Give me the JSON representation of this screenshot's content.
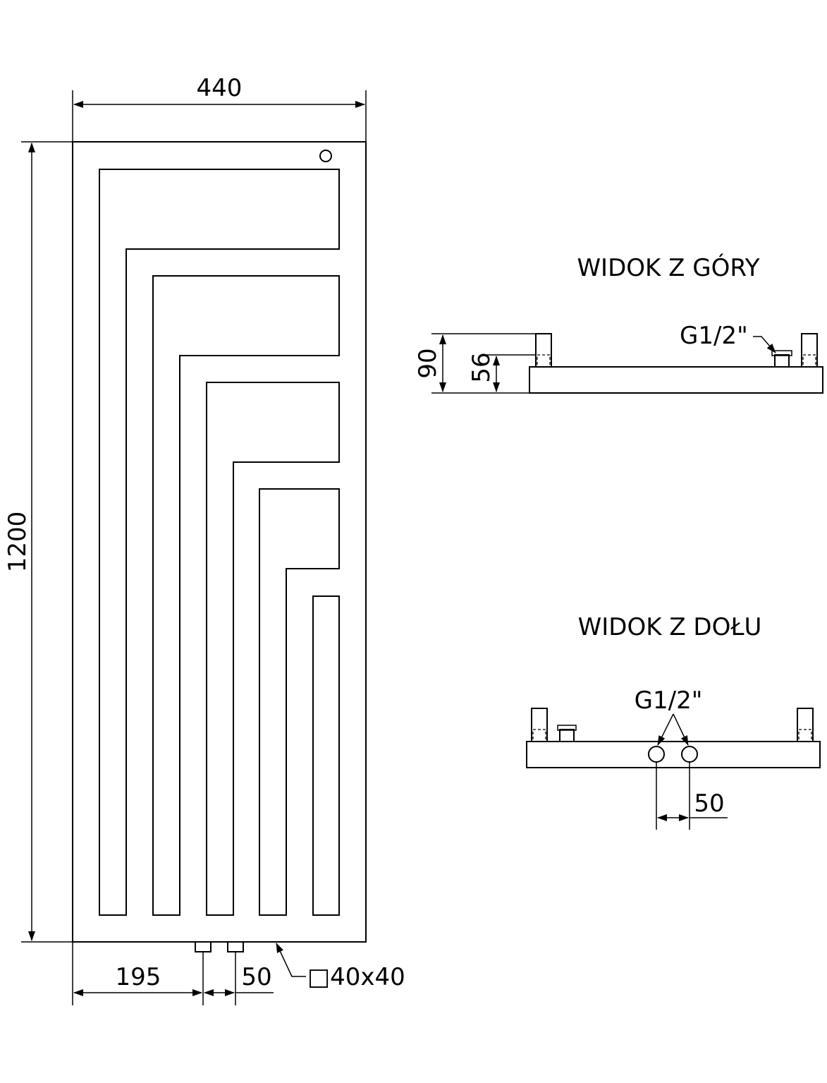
{
  "front_view": {
    "width_label": "440",
    "height_label": "1200",
    "offset_label": "195",
    "spacing_label": "50",
    "profile_label": "□40x40"
  },
  "top_view": {
    "title": "WIDOK Z GÓRY",
    "depth_label": "90",
    "inner_depth_label": "56",
    "connection_label": "G1/2\""
  },
  "bottom_view": {
    "title": "WIDOK Z DOŁU",
    "connection_label": "G1/2\"",
    "spacing_label": "50"
  },
  "colors": {
    "line": "#000000",
    "background": "#ffffff"
  }
}
